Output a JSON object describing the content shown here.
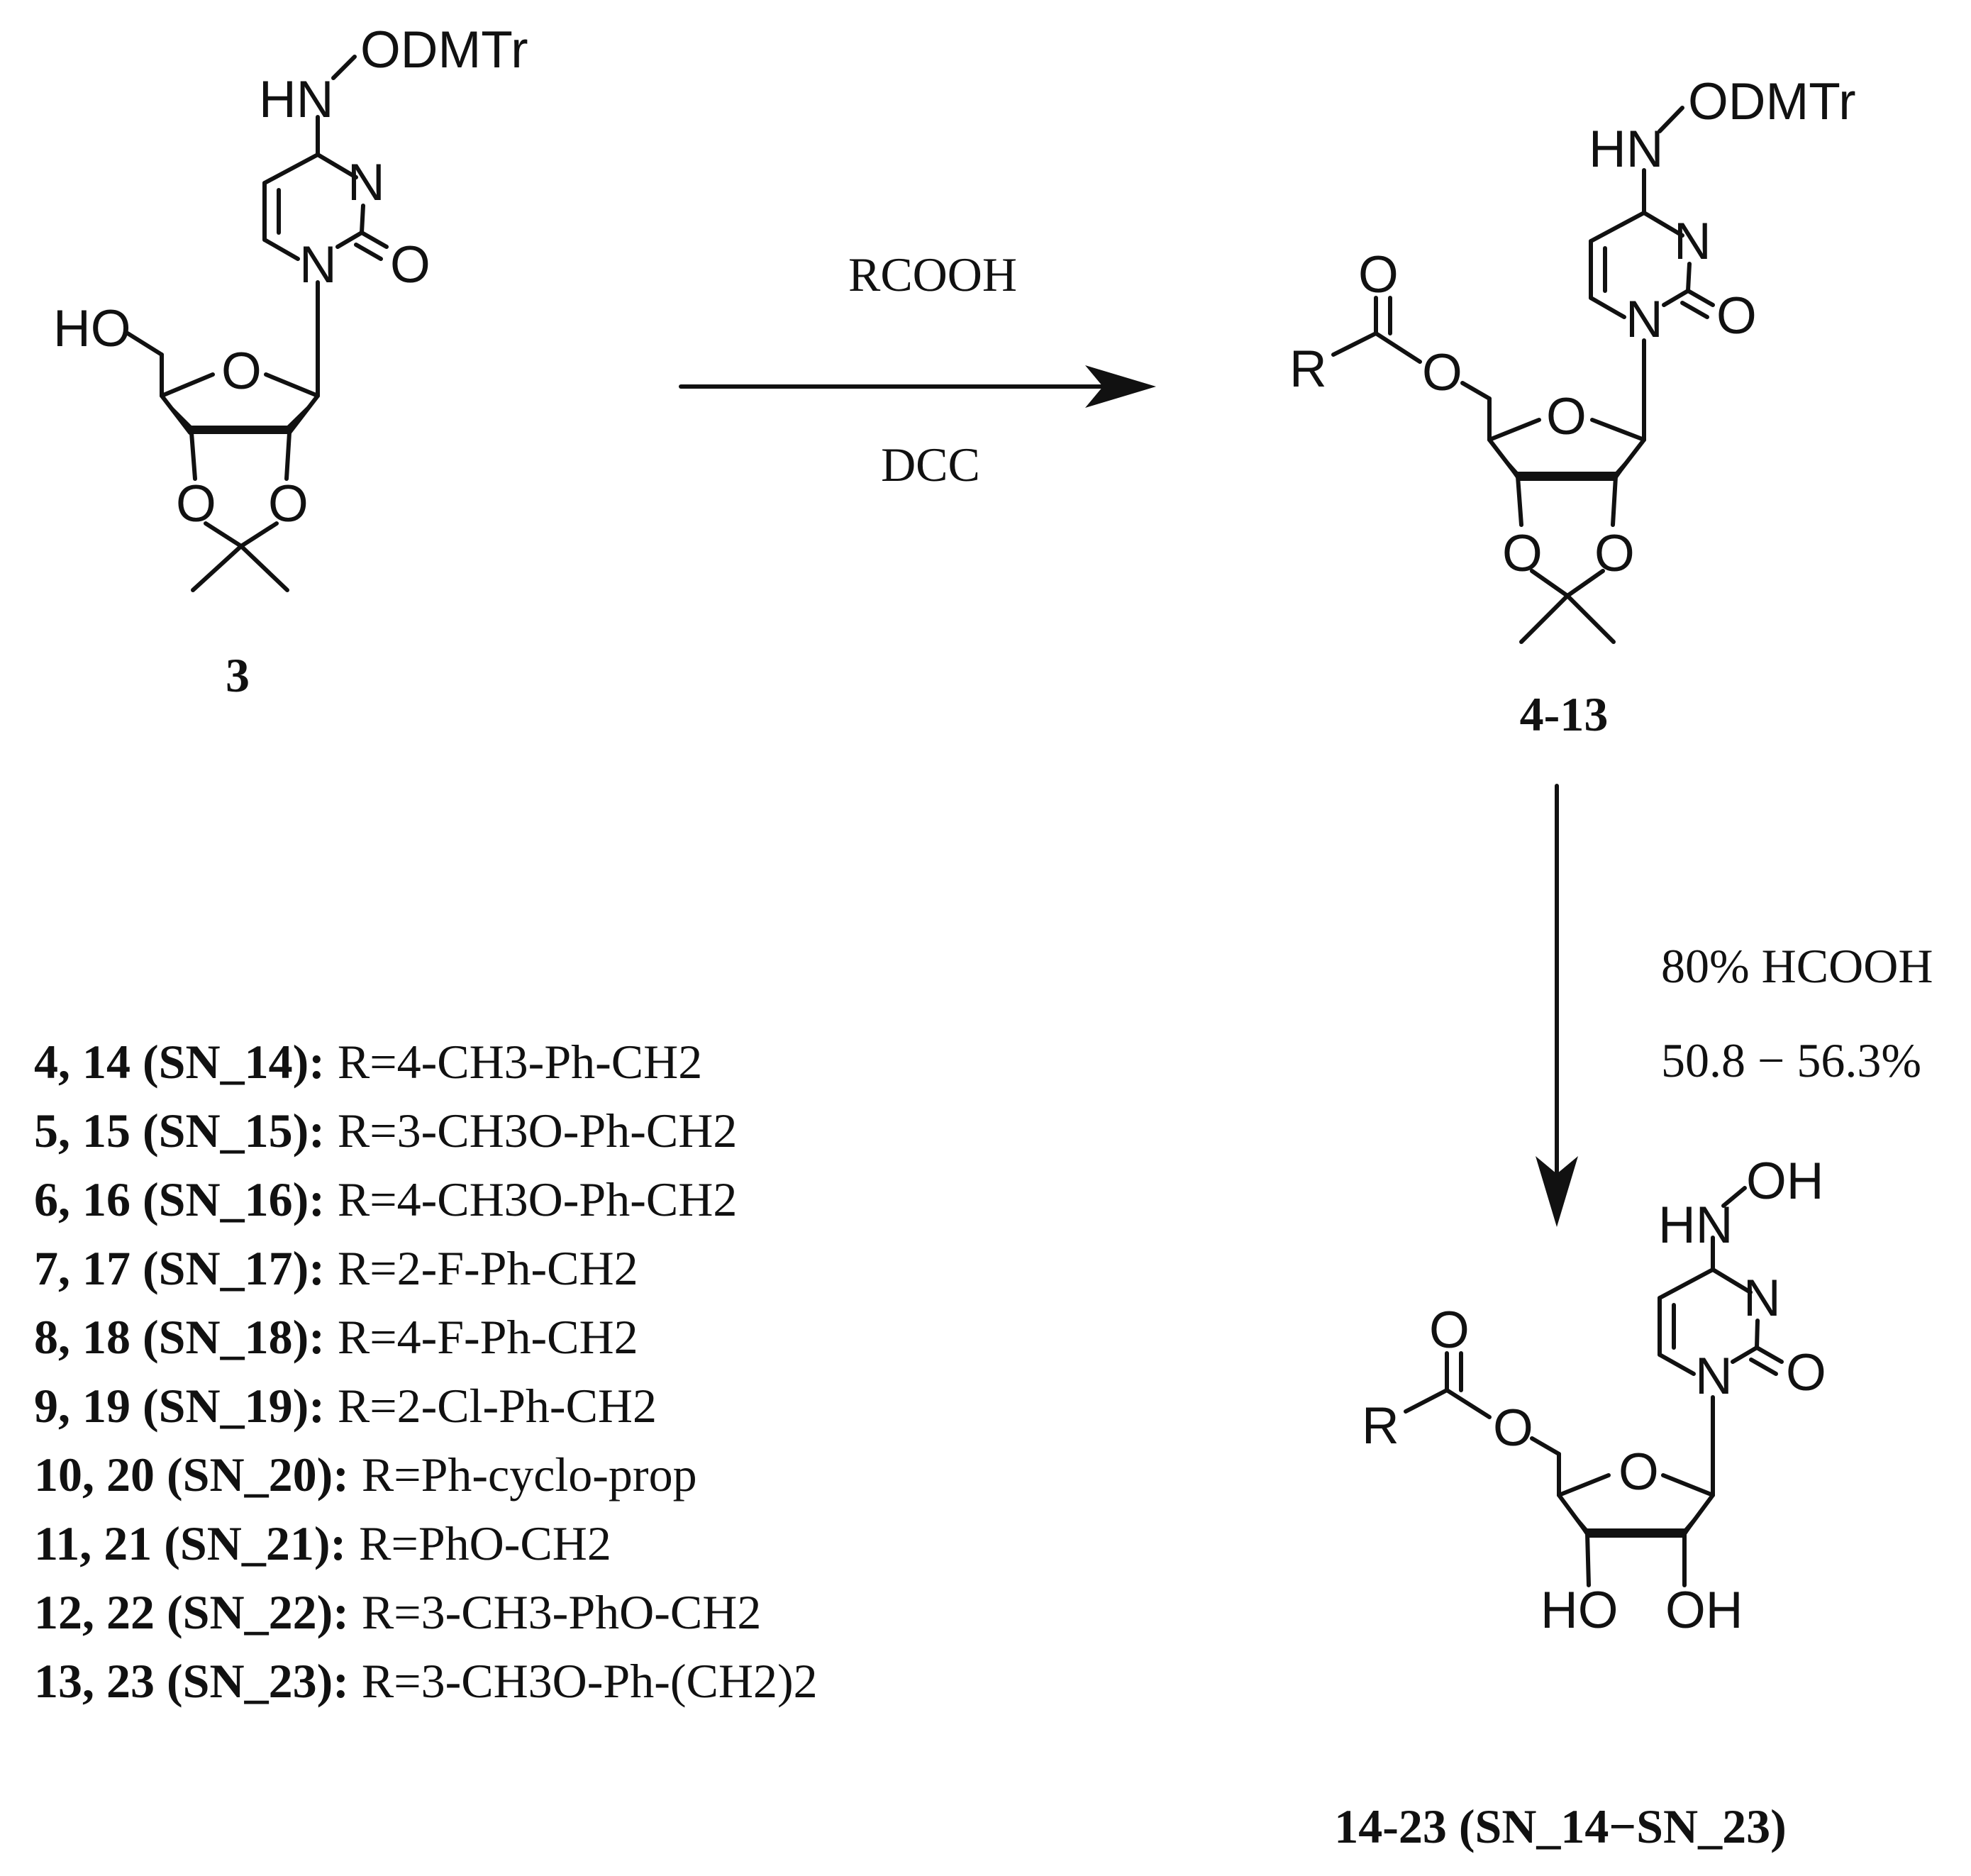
{
  "compound3": {
    "id": "3",
    "atoms": {
      "odmtr": "ODMTr",
      "hn": "HN",
      "n": "N",
      "o_carbonyl": "O",
      "n1": "N",
      "ho": "HO",
      "o_ring": "O",
      "o_left": "O",
      "o_right": "O"
    }
  },
  "compound4_13": {
    "id": "4-13",
    "atoms": {
      "odmtr": "ODMTr",
      "hn": "HN",
      "n": "N",
      "o_carbonyl": "O",
      "n1": "N",
      "o_ester_dbl": "O",
      "r": "R",
      "o_ester": "O",
      "o_ring": "O",
      "o_left": "O",
      "o_right": "O"
    }
  },
  "compound14_23": {
    "id": "14-23 (SN_14−SN_23)",
    "atoms": {
      "oh_top": "OH",
      "hn": "HN",
      "n": "N",
      "o_carbonyl": "O",
      "n1": "N",
      "o_ester_dbl": "O",
      "r": "R",
      "o_ester": "O",
      "o_ring": "O",
      "ho_left": "HO",
      "oh_right": "OH"
    }
  },
  "step1": {
    "reagent": "RCOOH",
    "conditions": "DCC"
  },
  "step2": {
    "reagent": "80% HCOOH",
    "yield": "50.8 − 56.3%"
  },
  "r_groups": [
    {
      "ids": "4, 14 (SN_14):",
      "r": "R=4-CH3-Ph-CH2"
    },
    {
      "ids": "5, 15 (SN_15):",
      "r": "R=3-CH3O-Ph-CH2"
    },
    {
      "ids": "6, 16 (SN_16):",
      "r": "R=4-CH3O-Ph-CH2"
    },
    {
      "ids": "7, 17 (SN_17):",
      "r": "R=2-F-Ph-CH2"
    },
    {
      "ids": "8, 18 (SN_18):",
      "r": "R=4-F-Ph-CH2"
    },
    {
      "ids": "9, 19 (SN_19):",
      "r": "R=2-Cl-Ph-CH2"
    },
    {
      "ids": "10, 20 (SN_20):",
      "r": "R=Ph-cyclo-prop"
    },
    {
      "ids": "11, 21 (SN_21):",
      "r": "R=PhO-CH2"
    },
    {
      "ids": "12, 22 (SN_22):",
      "r": "R=3-CH3-PhO-CH2"
    },
    {
      "ids": "13, 23 (SN_23):",
      "r": "R=3-CH3O-Ph-(CH2)2"
    }
  ],
  "colors": {
    "ink": "#111111",
    "background": "#ffffff"
  }
}
